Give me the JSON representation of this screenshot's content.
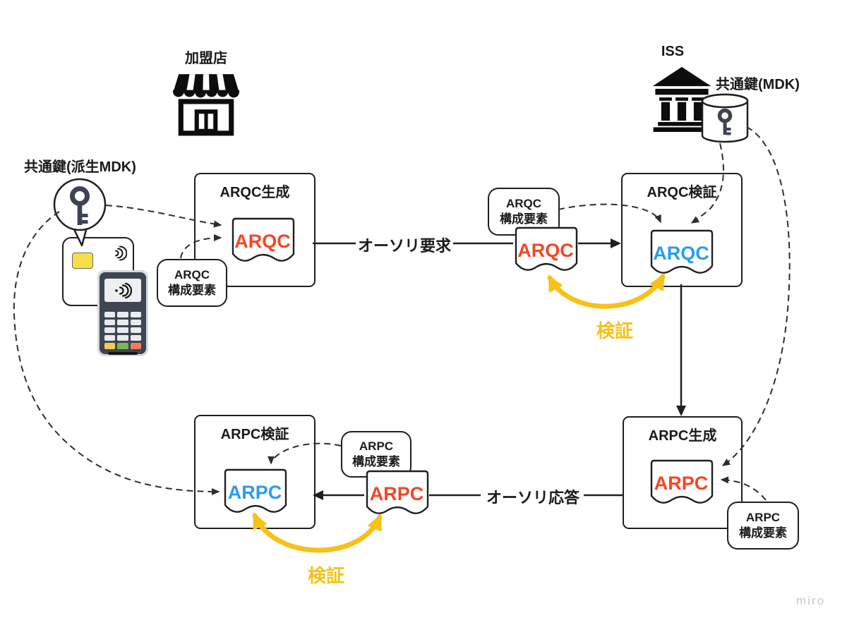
{
  "colors": {
    "accent_red": "#f24726",
    "accent_blue": "#2d9bf0",
    "accent_yellow": "#f7c117",
    "line": "#1f1f1f"
  },
  "actors": {
    "merchant": {
      "label": "加盟店"
    },
    "issuer": {
      "label": "ISS"
    },
    "mdk_key": {
      "label": "共通鍵(MDK)"
    },
    "derived_key": {
      "label": "共通鍵(派生MDK)"
    }
  },
  "boxes": {
    "arqc_generate": {
      "title": "ARQC生成",
      "doc": "ARQC"
    },
    "arqc_verify": {
      "title": "ARQC検証",
      "doc": "ARQC"
    },
    "arpc_generate": {
      "title": "ARPC生成",
      "doc": "ARPC"
    },
    "arpc_verify": {
      "title": "ARPC検証",
      "doc": "ARPC"
    }
  },
  "documents": {
    "auth_request_doc": "ARQC",
    "auth_response_doc": "ARPC"
  },
  "notes": {
    "arqc_components": {
      "line1": "ARQC",
      "line2": "構成要素"
    },
    "arpc_components": {
      "line1": "ARPC",
      "line2": "構成要素"
    }
  },
  "flows": {
    "auth_request": "オーソリ要求",
    "auth_response": "オーソリ応答",
    "verify_arqc": "検証",
    "verify_arpc": "検証"
  },
  "watermark": "miro"
}
